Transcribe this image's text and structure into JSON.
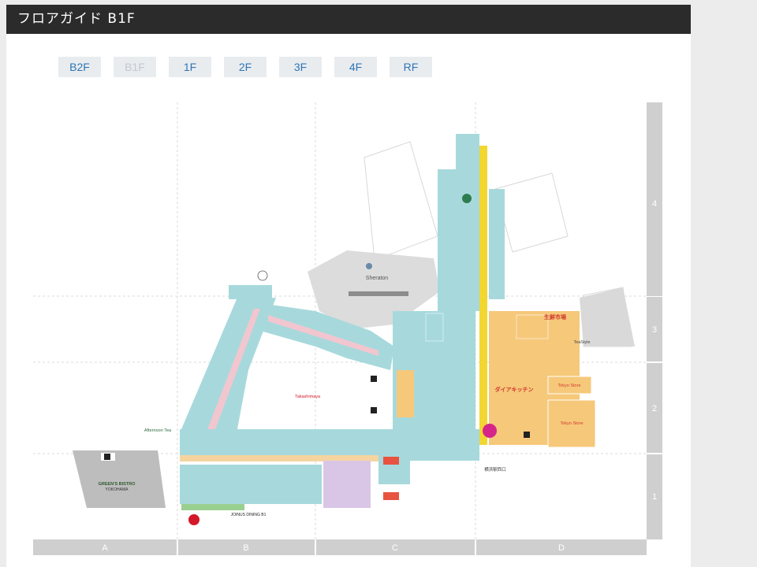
{
  "header": {
    "title": "フロアガイド B1F"
  },
  "floor_tabs": [
    {
      "label": "B2F",
      "active": false
    },
    {
      "label": "B1F",
      "active": true
    },
    {
      "label": "1F",
      "active": false
    },
    {
      "label": "2F",
      "active": false
    },
    {
      "label": "3F",
      "active": false
    },
    {
      "label": "4F",
      "active": false
    },
    {
      "label": "RF",
      "active": false
    }
  ],
  "grid": {
    "columns": [
      "A",
      "B",
      "C",
      "D"
    ],
    "rows": [
      "4",
      "3",
      "2",
      "1"
    ]
  },
  "map": {
    "labels": {
      "sheraton": "Sheraton",
      "green_bistro": "GREEN'S BISTRO",
      "yokohama": "YOKOHAMA",
      "dia_kitchen": "ダイアキッチン",
      "tokyo_store_1": "Tokyo Store",
      "tokyo_store_2": "Tokyo Store",
      "seisen_ichiba": "生鮮市場",
      "afternoon_tea": "Afternoon Tea",
      "joinus_dining": "JOINUS DINING B1",
      "yokohama_station_west": "横浜駅西口",
      "tea_style": "TeaStyle",
      "takashimaya": "Takashimaya"
    }
  },
  "colors": {
    "header_bg": "#2b2b2b",
    "tab_bg": "#e9ecef",
    "tab_text": "#2e75b6",
    "shop": "#a7d9dc",
    "corridor": "#f2c6cf",
    "food": "#f6c87a",
    "grey_block": "#bdbdbd",
    "yellow_path": "#f2d632"
  }
}
